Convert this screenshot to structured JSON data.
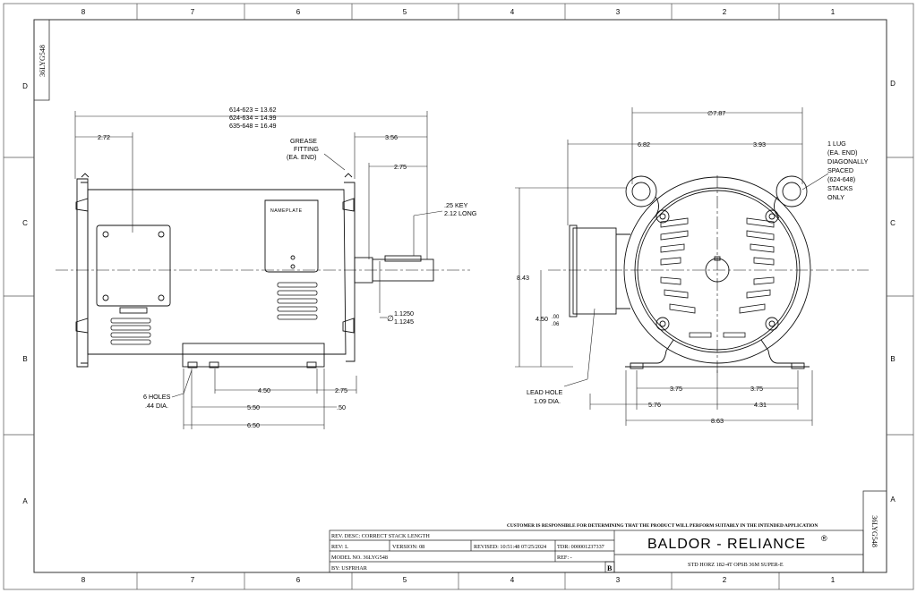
{
  "drawing_id": "36LYG548",
  "zones": {
    "columns": [
      "8",
      "7",
      "6",
      "5",
      "4",
      "3",
      "2",
      "1"
    ],
    "rows": [
      "D",
      "C",
      "B",
      "A"
    ]
  },
  "side_view": {
    "stack_lengths": [
      "614-623 = 13.62",
      "624-634 = 14.99",
      "635-648 = 16.49"
    ],
    "dim_2_72": "2.72",
    "dim_3_56": "3.56",
    "dim_2_75_top": "2.75",
    "grease_note": [
      "GREASE",
      "FITTING",
      "(EA. END)"
    ],
    "key_note": [
      ".25 KEY",
      "2.12 LONG"
    ],
    "nameplate": "NAMEPLATE",
    "shaft_dia_symbol": "∅",
    "shaft_dia": [
      "1.1250",
      "1.1245"
    ],
    "holes_note": [
      "6 HOLES",
      ".44 DIA."
    ],
    "dim_4_50": "4.50",
    "dim_2_75_bottom": "2.75",
    "dim_5_50": "5.50",
    "dim_0_50": ".50",
    "dim_6_50": "6.50"
  },
  "end_view": {
    "overall_dia": "∅7.87",
    "dim_6_82": "6.82",
    "dim_3_93": "3.93",
    "height_8_43": "8.43",
    "shaft_height": "4.50",
    "tolerance": [
      ".00",
      ".06"
    ],
    "lug_note": [
      "1 LUG",
      "(EA. END)",
      "DIAGONALLY",
      "SPACED",
      "(624-648)",
      "STACKS",
      "ONLY"
    ],
    "lead_hole_note": [
      "LEAD HOLE",
      "1.09 DIA."
    ],
    "dim_3_75_left": "3.75",
    "dim_3_75_right": "3.75",
    "dim_5_76": "5.76",
    "dim_4_31": "4.31",
    "dim_8_63": "8.63"
  },
  "title_block": {
    "disclaimer": "CUSTOMER IS RESPONSIBLE FOR DETERMINING THAT THE PRODUCT WILL PERFORM SUITABLY IN THE INTENDED APPLICATION",
    "rev_desc": "REV. DESC: CORRECT STACK LENGTH",
    "rev": "REV:  L",
    "version": "VERSION:  08",
    "revised": "REVISED:  10:51:48 07/25/2024",
    "tdr": "TDR:  000001237337",
    "model_no": "MODEL NO.  36LYG548",
    "ref": "REF:  -",
    "by": "BY: USFRHAR",
    "sheet_letter": "B",
    "brand": "BALDOR - RELIANCE",
    "brand_mark": "®",
    "description": "STD HORZ 182-4T OPSB 36M SUPER-E"
  }
}
